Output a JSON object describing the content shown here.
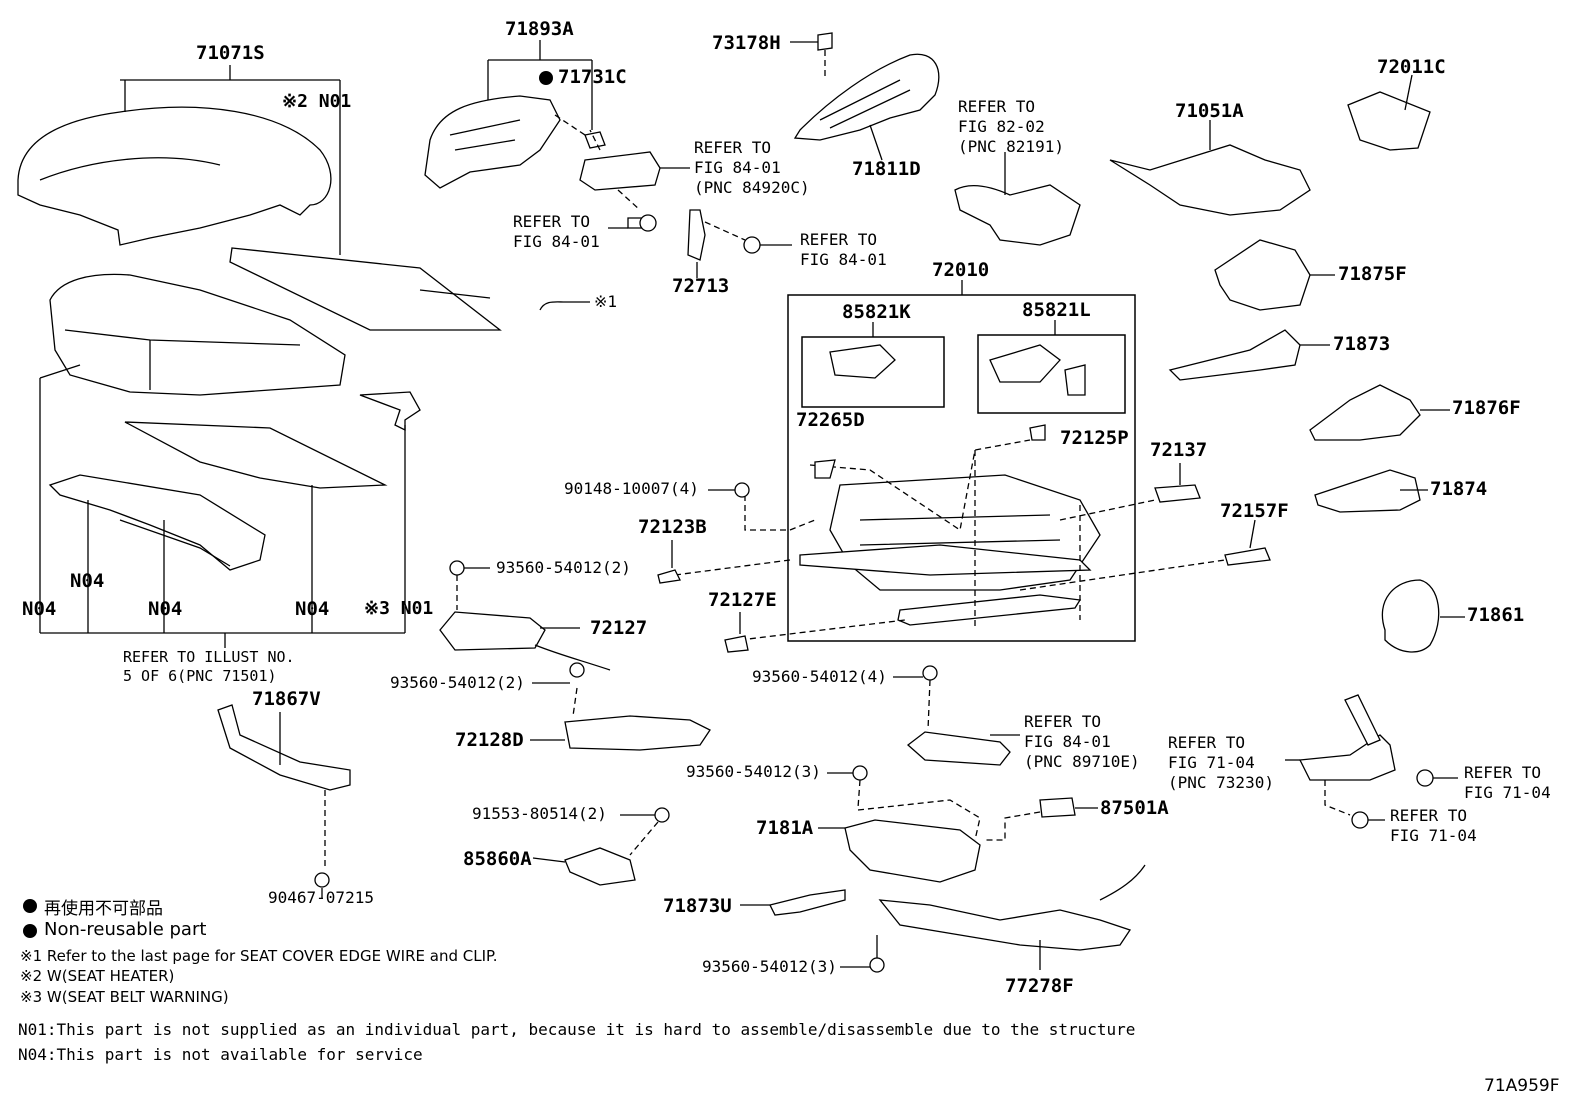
{
  "parts": {
    "p71071S": "71071S",
    "p71893A": "71893A",
    "p71731C": "71731C",
    "p73178H": "73178H",
    "p71811D": "71811D",
    "p72011C": "72011C",
    "p71051A": "71051A",
    "p71875F": "71875F",
    "p71873": "71873",
    "p71876F": "71876F",
    "p71874": "71874",
    "p71861": "71861",
    "p72713": "72713",
    "p72010": "72010",
    "p85821K": "85821K",
    "p85821L": "85821L",
    "p72265D": "72265D",
    "p72125P": "72125P",
    "p72137": "72137",
    "p72157F": "72157F",
    "p72123B": "72123B",
    "p72127E": "72127E",
    "p72127": "72127",
    "p72128D": "72128D",
    "p71867V": "71867V",
    "p85860A": "85860A",
    "p7181A": "7181A",
    "p71873U": "71873U",
    "p77278F": "77278F",
    "p87501A": "87501A",
    "p90148": "90148-10007(4)",
    "p93560a": "93560-54012(2)",
    "p93560b": "93560-54012(2)",
    "p93560c": "93560-54012(4)",
    "p93560d": "93560-54012(3)",
    "p93560e": "93560-54012(3)",
    "p91553": "91553-80514(2)",
    "p90467": "90467-07215"
  },
  "markers": {
    "n01a": "※2 N01",
    "n01b": "※3 N01",
    "n04a": "N04",
    "n04b": "N04",
    "n04c": "N04",
    "n04d": "N04",
    "x1": "※1"
  },
  "refs": {
    "r1": "REFER TO\nFIG 84-01\n(PNC 84920C)",
    "r2": "REFER TO\nFIG 84-01",
    "r3": "REFER TO\nFIG 84-01",
    "r4": "REFER TO\nFIG 82-02\n(PNC 82191)",
    "r5": "REFER TO ILLUST NO.\n5 OF 6(PNC 71501)",
    "r6": "REFER TO\nFIG 84-01\n(PNC 89710E)",
    "r7": "REFER TO\nFIG 71-04\n(PNC 73230)",
    "r8": "REFER TO\nFIG 71-04",
    "r9": "REFER TO\nFIG 71-04"
  },
  "legend": {
    "jp": "再使用不可部品",
    "en": "Non-reusable part",
    "note1": "※1 Refer to the last page for SEAT COVER EDGE WIRE and CLIP.",
    "note2": "※2 W(SEAT HEATER)",
    "note3": "※3 W(SEAT BELT WARNING)",
    "n01": "N01:This part is not supplied as an individual part, because it is hard to assemble/disassemble due to the structure",
    "n04": "N04:This part is not available for service"
  },
  "figure_id": "71A959F"
}
